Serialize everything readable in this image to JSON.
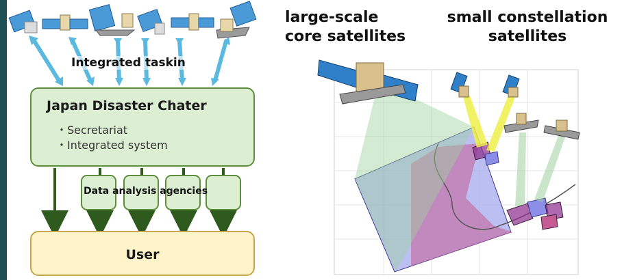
{
  "left_diagram": {
    "integrated_tasking": "Integrated taskin",
    "charter": {
      "title": "Japan Disaster Chater",
      "items": [
        "・Secretariat",
        "・Integrated system"
      ]
    },
    "agencies": "Data analysis agencies",
    "user": "User"
  },
  "right_diagram": {
    "large_scale_label": [
      "large-scale",
      "core satellites"
    ],
    "small_constellation_label": [
      "small constellation",
      "satellites"
    ]
  },
  "colors": {
    "edge": "#1e4f57",
    "charter_fill": "#dcefd2",
    "charter_border": "#5d8e3c",
    "user_fill": "#fff3c9",
    "user_border": "#c8a64b",
    "arrow_blue": "#5bb8de",
    "arrow_green": "#2f5a1e"
  }
}
